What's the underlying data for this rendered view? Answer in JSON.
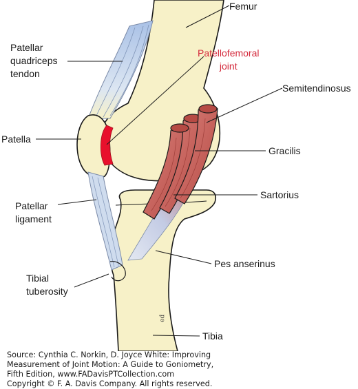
{
  "labels": {
    "femur": "Femur",
    "patellar_quadriceps_tendon": [
      "Patellar",
      "quadriceps",
      "tendon"
    ],
    "patellofemoral_joint": [
      "Patellofemoral",
      "joint"
    ],
    "semitendinosus": "Semitendinosus",
    "patella": "Patella",
    "gracilis": "Gracilis",
    "sartorius": "Sartorius",
    "patellar_ligament": [
      "Patellar",
      "ligament"
    ],
    "pes_anserinus": "Pes anserinus",
    "tibial_tuberosity": [
      "Tibial",
      "tuberosity"
    ],
    "tibia": "Tibia"
  },
  "source": [
    "Source: Cynthia C. Norkin, D. Joyce White: Improving",
    "Measurement of Joint Motion: A Guide to Goniometry,",
    "Fifth Edition, www.FADavisPTCollection.com",
    "Copyright © F. A. Davis Company. All rights reserved."
  ],
  "colors": {
    "bone": "#f7f1c8",
    "tendon": "#b9cde8",
    "muscle": "#c9605a",
    "joint": "#e8102c",
    "label_accent": "#d42a3c"
  }
}
